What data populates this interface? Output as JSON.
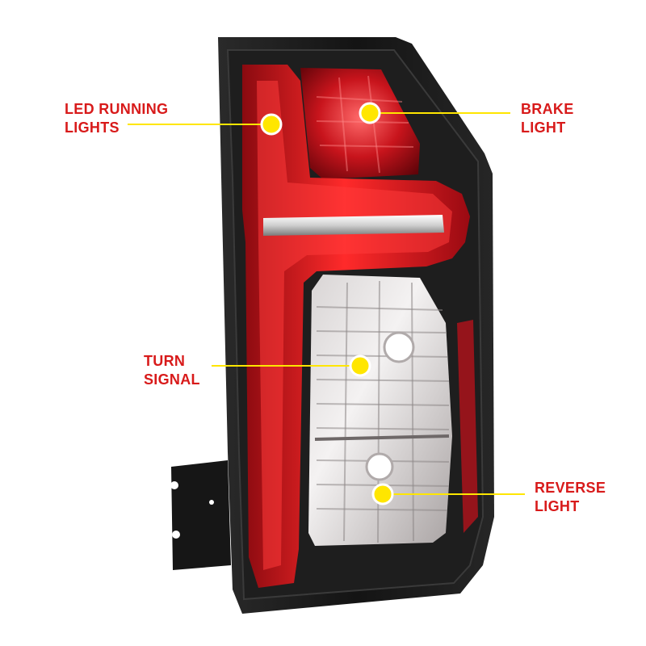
{
  "colors": {
    "label_text": "#d81a1a",
    "callout": "#ffe600",
    "lamp_red": "#e3101c",
    "housing": "#1c1c1c"
  },
  "callouts": {
    "led_running_lights": {
      "line1": "LED RUNNING",
      "line2": "LIGHTS",
      "icon": "dot-marker-icon"
    },
    "brake_light": {
      "line1": "BRAKE",
      "line2": "LIGHT",
      "icon": "dot-marker-icon"
    },
    "turn_signal": {
      "line1": "TURN",
      "line2": "SIGNAL",
      "icon": "dot-marker-icon"
    },
    "reverse_light": {
      "line1": "REVERSE",
      "line2": "LIGHT",
      "icon": "dot-marker-icon"
    }
  }
}
